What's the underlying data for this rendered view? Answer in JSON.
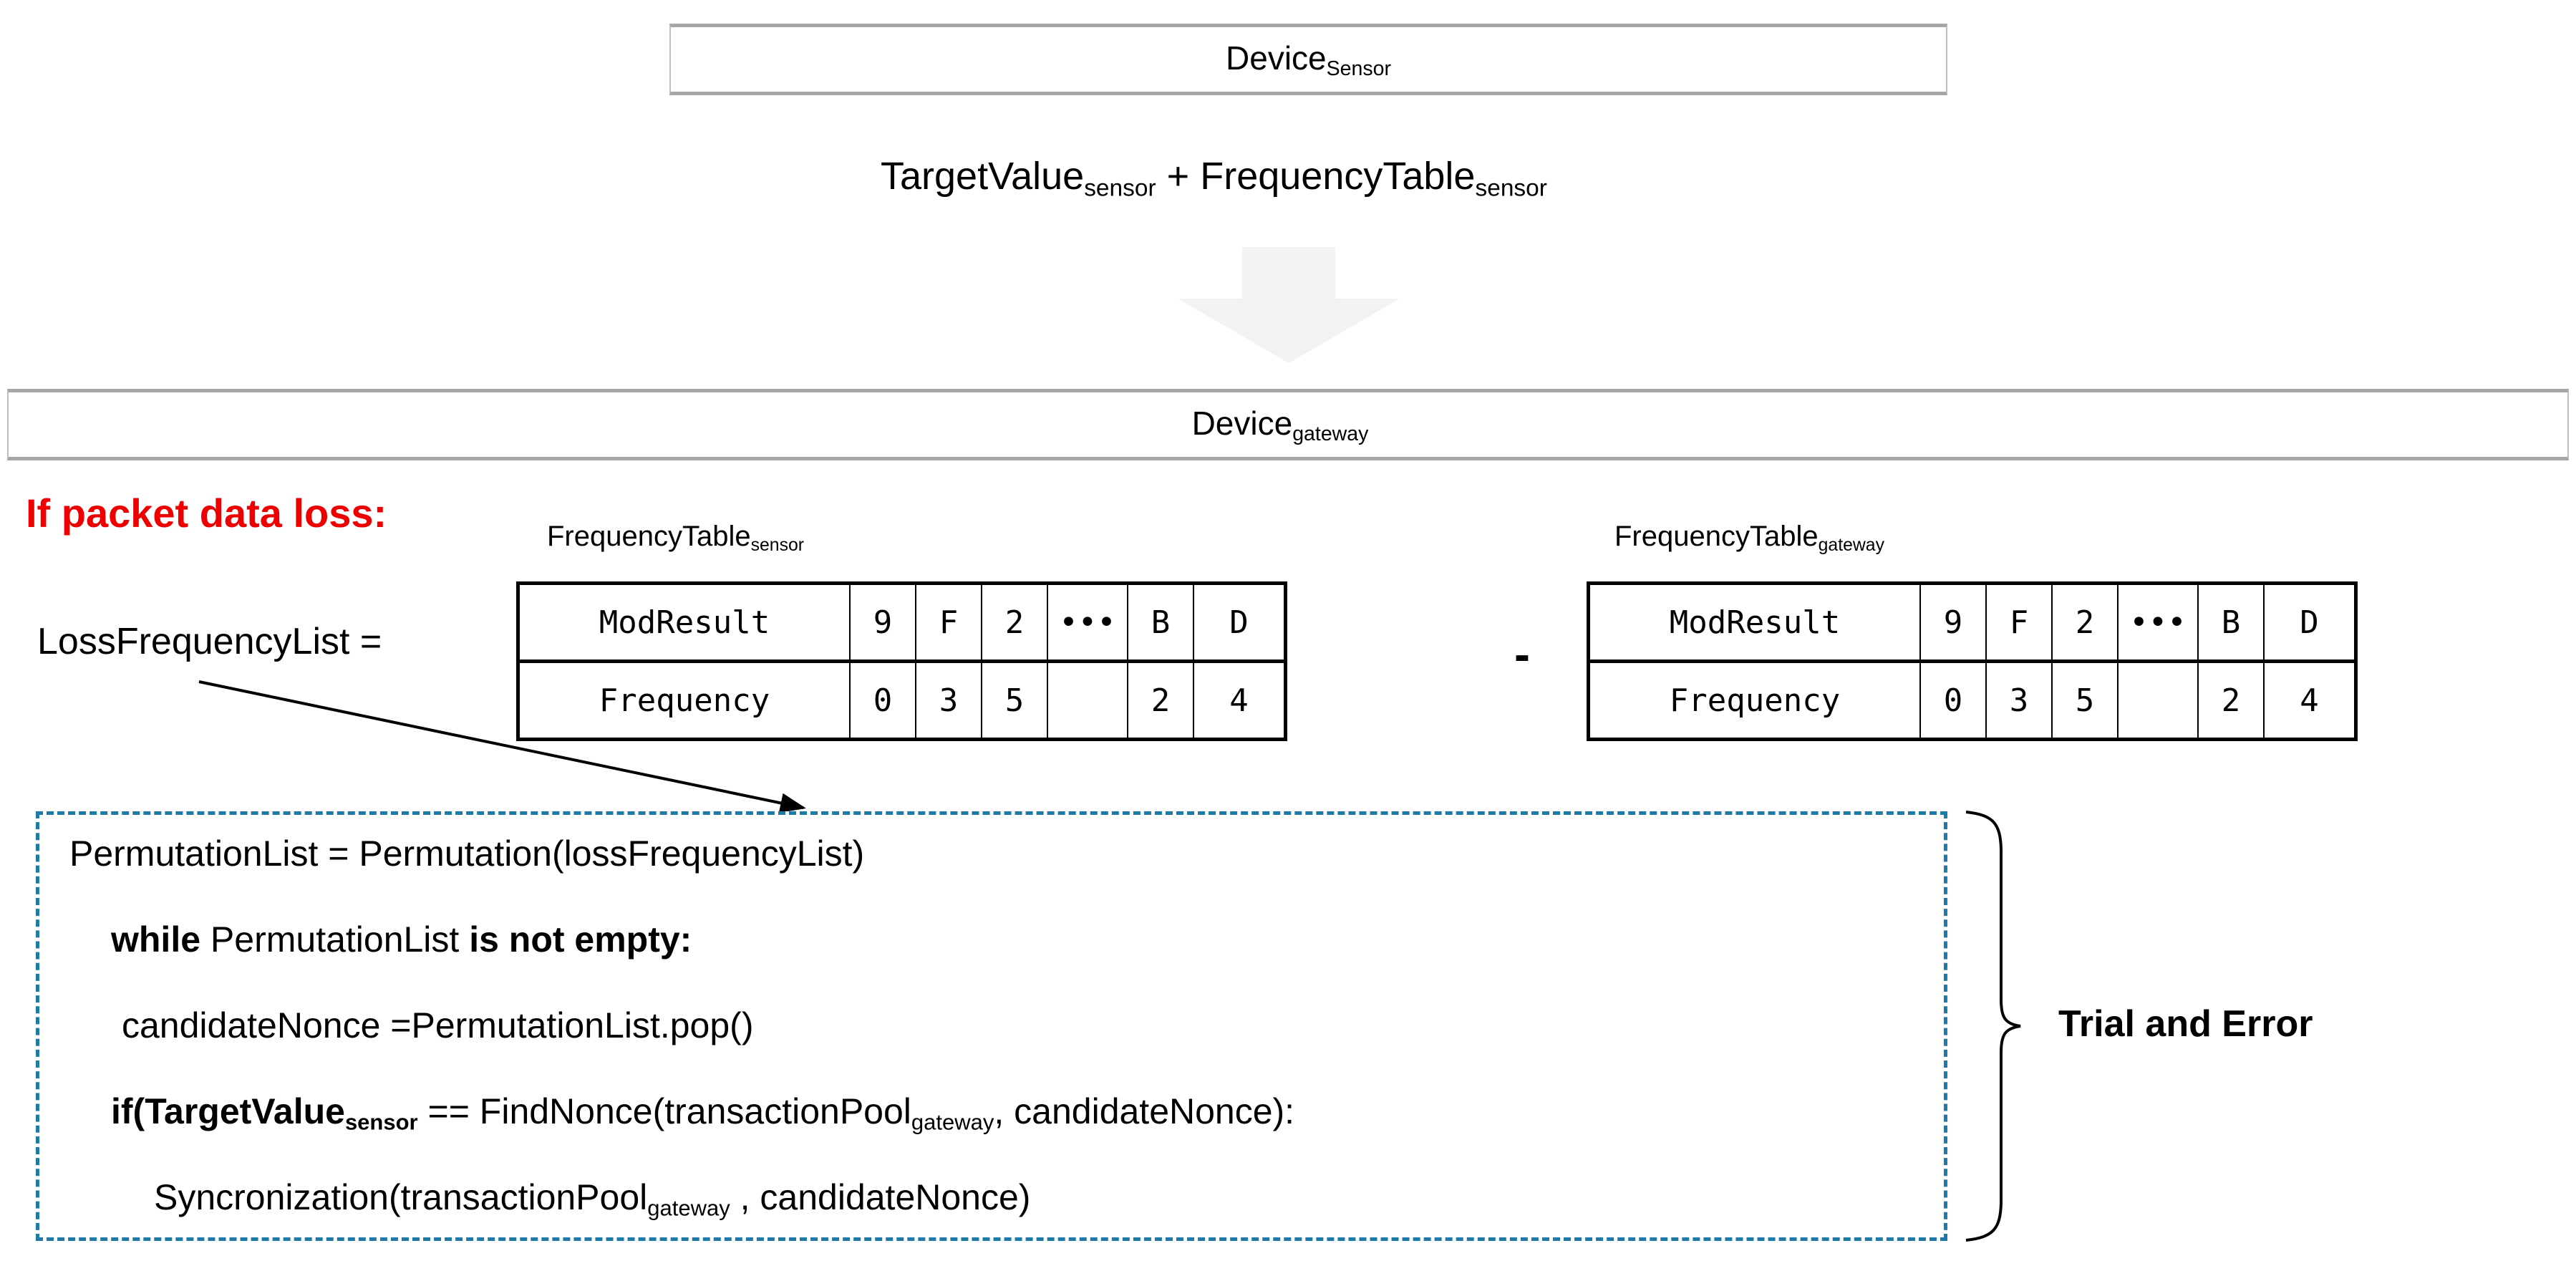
{
  "diagram": {
    "sensor_box": {
      "label": "Device",
      "subscript": "Sensor"
    },
    "transmission_formula": {
      "term1": "TargetValue",
      "term1_sub": "sensor",
      "operator": "+",
      "term2": "FrequencyTable",
      "term2_sub": "sensor"
    },
    "flow_arrow_icon": "down-arrow-icon",
    "gateway_box": {
      "label": "Device",
      "subscript": "gateway"
    },
    "loss_note": "If packet data loss:",
    "loss_expression": "LossFrequencyList  =",
    "pointer_arrow_icon": "diagonal-arrow-icon",
    "tables": [
      {
        "caption": "FrequencyTable",
        "caption_sub": "sensor",
        "rows": [
          {
            "header": "ModResult",
            "cells": [
              "9",
              "F",
              "2",
              "•••",
              "B",
              "D"
            ]
          },
          {
            "header": "Frequency",
            "cells": [
              "0",
              "3",
              "5",
              "",
              "2",
              "4"
            ]
          }
        ]
      },
      {
        "caption": "FrequencyTable",
        "caption_sub": "gateway",
        "rows": [
          {
            "header": "ModResult",
            "cells": [
              "9",
              "F",
              "2",
              "•••",
              "B",
              "D"
            ]
          },
          {
            "header": "Frequency",
            "cells": [
              "0",
              "3",
              "5",
              "",
              "2",
              "4"
            ]
          }
        ]
      }
    ],
    "table_operator": "-",
    "pseudocode": {
      "line1": {
        "text": "PermutationList = Permutation(lossFrequencyList)"
      },
      "line2": {
        "kw1": "while",
        "mid": " PermutationList ",
        "kw2": "is not empty:"
      },
      "line3": {
        "text": "candidateNonce =PermutationList.pop()"
      },
      "line4": {
        "bold_head": "if(TargetValue",
        "bold_head_sub": "sensor",
        "rest_a": " == FindNonce(transactionPool",
        "rest_a_sub": "gateway",
        "rest_b": ", candidateNonce):"
      },
      "line5": {
        "head": "Syncronization(transactionPool",
        "head_sub": "gateway",
        "tail": " , candidateNonce)"
      }
    },
    "brace_icon": "curly-brace-icon",
    "trial_label": "Trial and Error",
    "colors": {
      "dashed_border": "#1f7aa8",
      "warning_text": "#ed0000",
      "device_box_border": "#a6a6a6",
      "flow_arrow_fill": "#f2f2f2"
    }
  }
}
